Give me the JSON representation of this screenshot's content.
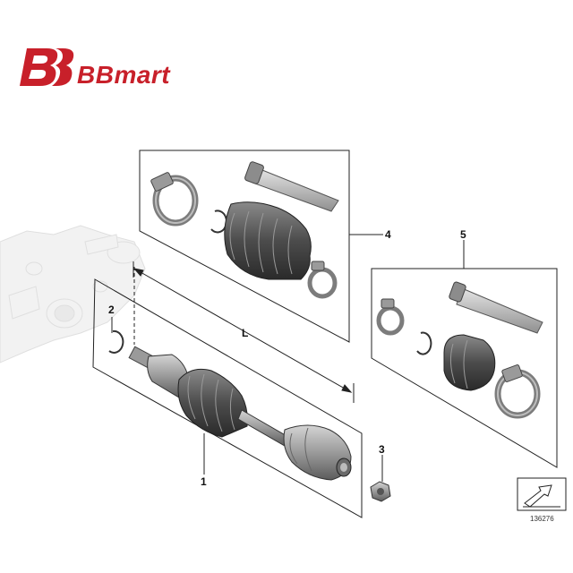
{
  "brand": {
    "name": "BBmart",
    "color": "#c8202a"
  },
  "callouts": [
    "1",
    "2",
    "3",
    "4",
    "5",
    "L"
  ],
  "diagram_number": "136276",
  "icons": [
    "logo-mark",
    "direction-arrow-icon"
  ]
}
